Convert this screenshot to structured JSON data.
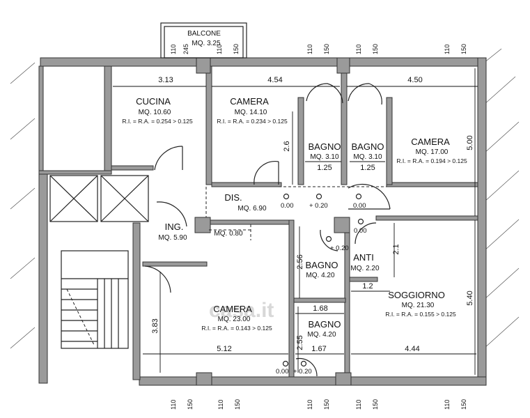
{
  "rooms": {
    "balcone": {
      "name": "BALCONE",
      "area": "MQ. 3.25"
    },
    "cucina": {
      "name": "CUCINA",
      "area": "MQ. 10.60",
      "ratio": "R.I. = R.A. = 0.254 > 0.125"
    },
    "camera1": {
      "name": "CAMERA",
      "area": "MQ. 14.10",
      "ratio": "R.I. = R.A. = 0.234 > 0.125"
    },
    "bagno1": {
      "name": "BAGNO",
      "area": "MQ. 3.10"
    },
    "bagno2": {
      "name": "BAGNO",
      "area": "MQ. 3.10"
    },
    "camera2": {
      "name": "CAMERA",
      "area": "MQ. 17.00",
      "ratio": "R.I. = R.A. = 0.194 > 0.125"
    },
    "dis": {
      "name": "DIS.",
      "area": "MQ. 6.90"
    },
    "ing": {
      "name": "ING.",
      "area": "MQ. 5.90"
    },
    "ripostiglio": {
      "area": "MQ. 0.80"
    },
    "bagno3": {
      "name": "BAGNO",
      "area": "MQ. 4.20"
    },
    "anti": {
      "name": "ANTI",
      "area": "MQ. 2.20"
    },
    "soggiorno": {
      "name": "SOGGIORNO",
      "area": "MQ. 21.30",
      "ratio": "R.I. = R.A. = 0.155 > 0.125"
    },
    "camera3": {
      "name": "CAMERA",
      "area": "MQ. 23.00",
      "ratio": "R.I. = R.A. = 0.143 > 0.125"
    },
    "bagno4": {
      "name": "BAGNO",
      "area": "MQ. 4.20"
    }
  },
  "dimensions": {
    "cucina_w": "3.13",
    "camera1_w": "4.54",
    "camera2_w": "4.50",
    "camera2_h": "5.00",
    "camera1_h": "2.6",
    "bagno1_w": "1.25",
    "bagno2_w": "1.25",
    "bagno3_h": "2.56",
    "anti_h": "2.1",
    "anti_w": "1.2",
    "soggiorno_h": "5.40",
    "bagno4_w_top": "1.68",
    "bagno4_w_bot": "1.67",
    "bagno4_h": "2.55",
    "camera3_h": "3.83",
    "camera3_w": "5.12",
    "soggiorno_w": "4.44"
  },
  "heights": {
    "h1": "0.00",
    "h2": "+ 0.20",
    "h3": "0.00",
    "h4": "0.00",
    "h5": "+ 0.20",
    "h6": "0.00",
    "h7": "+ 0.20"
  },
  "window_ticks": {
    "a": "110",
    "b": "150",
    "c": "245"
  },
  "watermark": "casa.it"
}
